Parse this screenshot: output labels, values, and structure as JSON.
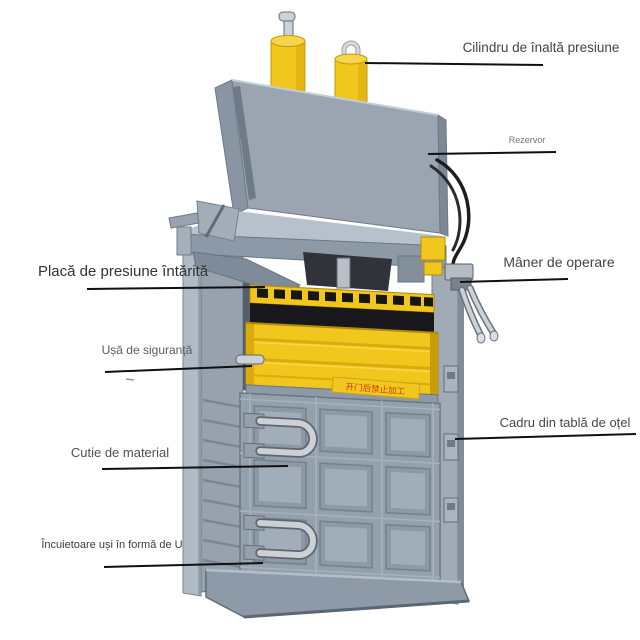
{
  "annotations": {
    "high_pressure_cylinder": "Cilindru de înaltă presiune",
    "reservoir": "Rezervor",
    "operating_handle": "Mâner de operare",
    "reinforced_pressure_plate": "Placă de presiune întărită",
    "safety_door": "Ușă de siguranță",
    "material_box": "Cutie de material",
    "u_shaped_door_lock": "Încuietoare uși în formă de U",
    "steel_sheet_frame": "Cadru din tablă de oțel"
  },
  "machine": {
    "warning_sticker_text": "开门后禁止加工"
  },
  "colors": {
    "body_gray": "#97a2ae",
    "body_gray_dark": "#7e8a98",
    "body_gray_light": "#aeb8c2",
    "accent_yellow": "#f2c71d",
    "chamber_dark": "#17171c",
    "chrome": "#ccd1d7",
    "leader_line": "#101010",
    "label_text": "#3f454b",
    "sticker_red": "#cf3a1c"
  }
}
